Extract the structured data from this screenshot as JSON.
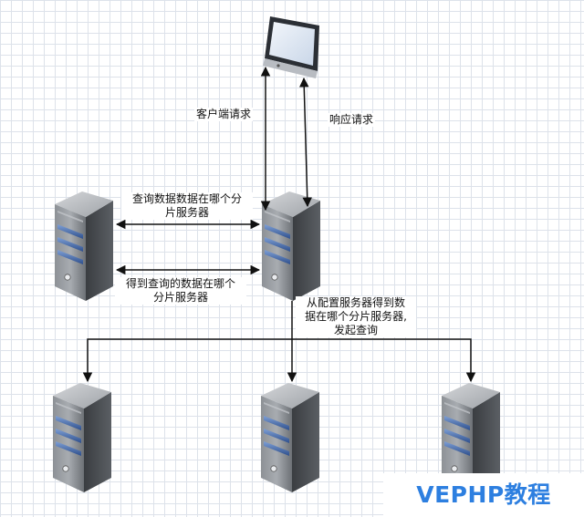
{
  "labels": {
    "client_request": "客户端请求",
    "response_request": "响应请求",
    "query_shard_line1": "查询数据数据在哪个分",
    "query_shard_line2": "片服务器",
    "got_shard_line1": "得到查询的数据在哪个",
    "got_shard_line2": "分片服务器",
    "dispatch_line1": "从配置服务器得到数",
    "dispatch_line2": "据在哪个分片服务器,",
    "dispatch_line3": "发起查询"
  },
  "watermark": "VEPHP教程",
  "icons": {
    "client": "computer-monitor-icon",
    "config_server": "server-icon",
    "router_server": "server-icon",
    "shards": [
      "server-icon",
      "server-icon",
      "server-icon"
    ]
  },
  "colors": {
    "accent": "#2d7fe0",
    "server_body": "#6a6e73",
    "server_stripe": "#3b5e9e",
    "arrow": "#111111"
  }
}
